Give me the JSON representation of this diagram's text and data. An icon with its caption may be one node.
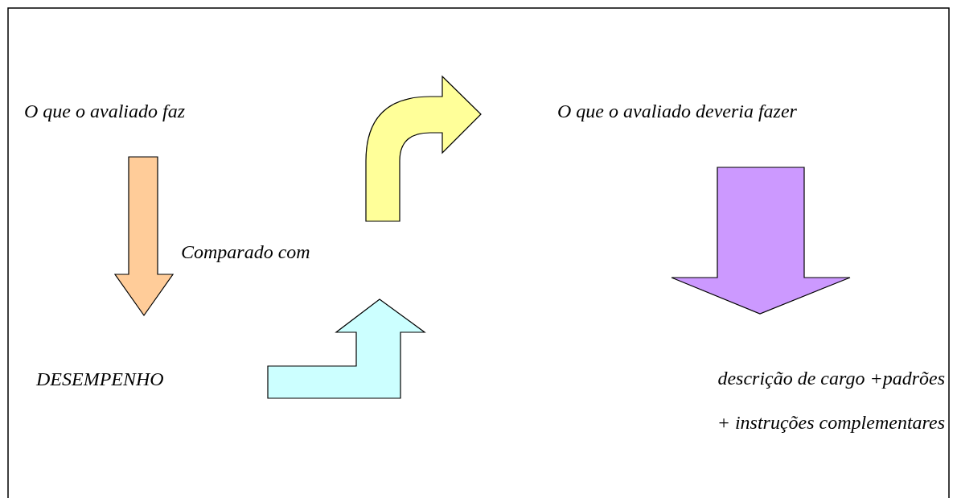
{
  "diagram": {
    "nodes": [
      {
        "text": [
          "O que o avaliado faz"
        ]
      },
      {
        "text": [
          "DESEMPENHO"
        ]
      },
      {
        "text": [
          "Comparado com"
        ]
      },
      {
        "text": [
          "O que o avaliado deveria fazer"
        ]
      },
      {
        "text": [
          "descrição de cargo +padrões + instruções complementares"
        ]
      }
    ],
    "edges": [
      {
        "from": 0,
        "to": 1,
        "arrow": "to",
        "color": "#ffcc99"
      },
      {
        "from": 1,
        "to": 2,
        "arrow": "to",
        "color": "#ccffff"
      },
      {
        "from": 2,
        "to": 3,
        "arrow": "to",
        "color": "#ffff99"
      },
      {
        "from": 3,
        "to": 4,
        "arrow": "to",
        "color": "#cc99ff"
      }
    ]
  }
}
